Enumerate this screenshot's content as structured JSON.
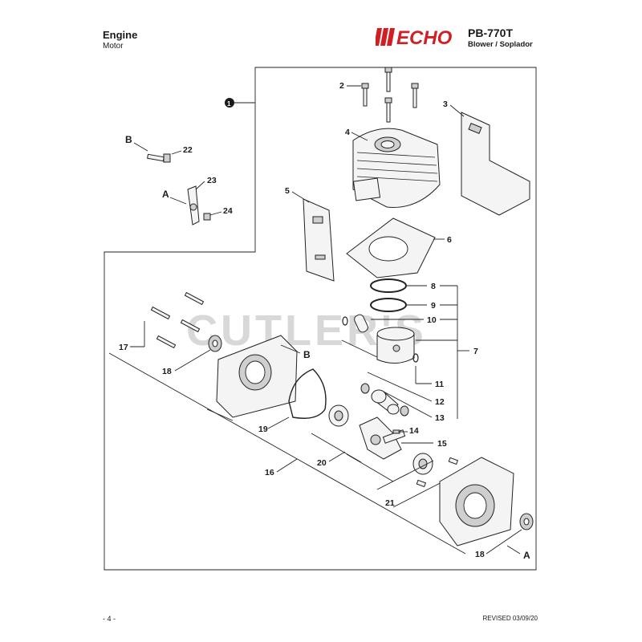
{
  "header": {
    "title": "Engine",
    "subtitle": "Motor",
    "brand": "ECHO",
    "model": "PB-770T",
    "model_subtitle": "Blower / Soplador"
  },
  "watermark": "CUTLER'S",
  "footer": {
    "page": "- 4 -",
    "revised": "REVISED 03/09/20"
  },
  "callouts": {
    "group_1": "1",
    "n2": "2",
    "n3": "3",
    "n4": "4",
    "n5": "5",
    "n6": "6",
    "n7": "7",
    "n8": "8",
    "n9": "9",
    "n10": "10",
    "n11": "11",
    "n12": "12",
    "n13": "13",
    "n14": "14",
    "n15": "15",
    "n16": "16",
    "n17": "17",
    "n18a": "18",
    "n18b": "18",
    "n19": "19",
    "n20": "20",
    "n21": "21",
    "n22": "22",
    "n23": "23",
    "n24": "24",
    "refA1": "A",
    "refA2": "A",
    "refB1": "B",
    "refB2": "B"
  },
  "colors": {
    "brand_red": "#d11f26",
    "line": "#222222",
    "watermark": "#d8d8d8"
  }
}
